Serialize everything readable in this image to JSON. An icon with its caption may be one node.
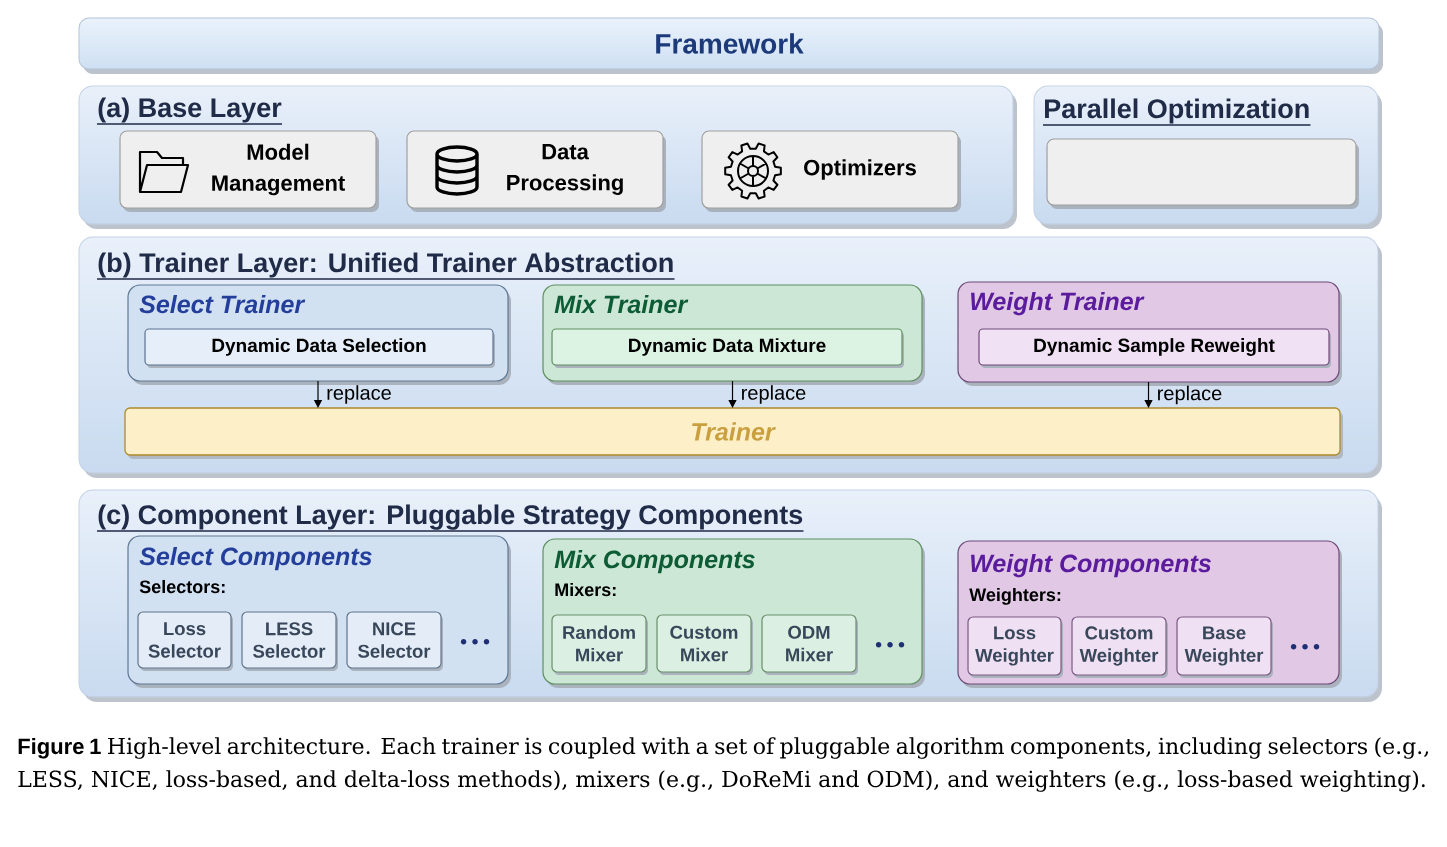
{
  "diagram": {
    "caption": "**Figure 1** High-level architecture. Each trainer is coupled with a set of pluggable algorithm components, including selectors (e.g., LESS, NICE, loss-based, and delta-loss methods), mixers (e.g., DoReMi and ODM), and weighters (e.g., loss-based weighting).",
    "nodes": [
      {
        "text": [
          "Framework"
        ]
      },
      {
        "text": [
          "(a) Base Layer"
        ]
      },
      {
        "text": [
          "Model Management"
        ],
        "in": 1
      },
      {
        "text": [
          "Data Processing"
        ],
        "in": 1
      },
      {
        "text": [
          "Optimizers"
        ],
        "in": 1
      },
      {
        "text": [
          "Parallel Optimization"
        ]
      },
      {
        "text": [],
        "shape": "box",
        "in": 5
      },
      {
        "text": [
          "(b) Trainer Layer: Unified Trainer Abstraction"
        ]
      },
      {
        "text": [
          "Select Trainer"
        ],
        "in": 7
      },
      {
        "text": [
          "Dynamic Data Selection"
        ],
        "in": 8
      },
      {
        "text": [
          "Mix Trainer"
        ],
        "in": 7
      },
      {
        "text": [
          "Dynamic Data Mixture"
        ],
        "in": 10
      },
      {
        "text": [
          "Weight Trainer"
        ],
        "in": 7
      },
      {
        "text": [
          "Dynamic Sample Reweight"
        ],
        "in": 12
      },
      {
        "text": [
          "Trainer"
        ],
        "in": 7
      },
      {
        "text": [
          "(c) Component Layer: Pluggable Strategy Components"
        ]
      },
      {
        "text": [
          "Select Components",
          "Selectors:",
          "…"
        ],
        "in": 15
      },
      {
        "text": [
          "Loss Selector"
        ],
        "in": 16
      },
      {
        "text": [
          "LESS Selector"
        ],
        "in": 16
      },
      {
        "text": [
          "NICE Selector"
        ],
        "in": 16
      },
      {
        "text": [
          "Mix Components",
          "Mixers:",
          "…"
        ],
        "in": 15
      },
      {
        "text": [
          "Random Mixer"
        ],
        "in": 20
      },
      {
        "text": [
          "Custom Mixer"
        ],
        "in": 20
      },
      {
        "text": [
          "ODM Mixer"
        ],
        "in": 20
      },
      {
        "text": [
          "Weight Components",
          "Weighters:",
          "…"
        ],
        "in": 15
      },
      {
        "text": [
          "Loss Weighter"
        ],
        "in": 24
      },
      {
        "text": [
          "Custom Weighter"
        ],
        "in": 24
      },
      {
        "text": [
          "Base Weighter"
        ],
        "in": 24
      }
    ],
    "edges": [
      {
        "from": 8,
        "to": 14,
        "arrow": "to",
        "label": "replace"
      },
      {
        "from": 10,
        "to": 14,
        "arrow": "to",
        "label": "replace"
      },
      {
        "from": 12,
        "to": 14,
        "arrow": "to",
        "label": "replace"
      }
    ]
  }
}
